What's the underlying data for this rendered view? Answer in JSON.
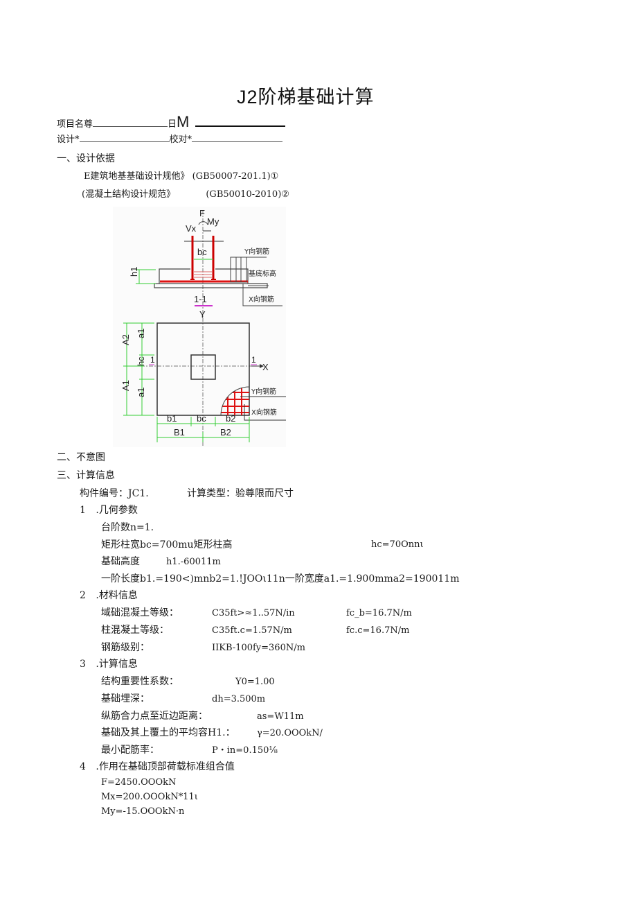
{
  "title": "J2阶梯基础计算",
  "header": {
    "project_name_label": "项目名尊",
    "date_label": "日",
    "date_big": "M",
    "design_label": "设计*",
    "check_label": "校对*"
  },
  "section1": {
    "heading": "一、设计依据",
    "refs": [
      {
        "name": "E建筑地基基础设计规他》",
        "code": "(GB50007-201.1)①"
      },
      {
        "name": "(混凝土结构设计规范》",
        "code": "(GB50010-2010)②"
      }
    ]
  },
  "diagram": {
    "section_view": {
      "F": "F",
      "My": "My",
      "Vx": "Vx",
      "bc": "bc",
      "h1": "h1",
      "y_rebar": "Y向钢筋",
      "base_elev": "基底标高",
      "x_rebar": "X向钢筋",
      "section_label": "1-1",
      "Y": "Y"
    },
    "plan_view": {
      "A2": "A2",
      "A1": "A1",
      "a1_top": "a1",
      "hc": "hc",
      "a1_bottom": "a1",
      "mark_left": "1",
      "mark_right": "1",
      "X": "X",
      "y_rebar": "Y向钢筋",
      "x_rebar": "X向钢筋",
      "b1": "b1",
      "bc": "bc",
      "b2": "b2",
      "B1": "B1",
      "B2": "B2"
    },
    "colors": {
      "dimension": "#33cc33",
      "rebar": "#dd1111",
      "outline": "#333333",
      "section_mark": "#cc33cc"
    }
  },
  "section2": {
    "heading": "二、不意图"
  },
  "section3": {
    "heading": "三、计算信息",
    "component_label": "构件编号：JC1.",
    "calc_type_label": "计算类型：验尊限而尺寸",
    "geometry": {
      "heading_num": "1",
      "heading": ".几何参数",
      "steps": "台阶数n=1.",
      "col_width": "矩形柱宽bc=700mu矩形柱高",
      "col_height": "hc=70Onnι",
      "height_label": "基础高度",
      "height_value": "h1.-60011m",
      "step_dims": "一阶长度b1.=190<)mnb2=1.!JOOι11n一阶宽度a1.=1.900mma2=190011m"
    },
    "material": {
      "heading_num": "2",
      "heading": ".材料信息",
      "rows": [
        {
          "label": "域础混凝土等级：",
          "value": "C35ft>≈1..57N/in",
          "extra": "fc_b=16.7N/m"
        },
        {
          "label": "柱混凝土等级：",
          "value": "C35ft.c=1.57N/m",
          "extra": "fc.c=16.7N/m"
        },
        {
          "label": "钢筋级别：",
          "value": "IIKB-100fy=360N/m",
          "extra": ""
        }
      ]
    },
    "calc": {
      "heading_num": "3",
      "heading": ".计算信息",
      "rows": [
        {
          "label": "结构重要性系数：",
          "value": "Y0=1.00"
        },
        {
          "label": "基础埋深：",
          "value": "dh=3.500m"
        },
        {
          "label": "纵筋合力点至近边距离：",
          "value": "as=W11m"
        },
        {
          "label": "基础及其上覆土的平均容H1.：",
          "value": "γ=20.OOOkN/"
        },
        {
          "label": "最小配筋率：",
          "value": "P・in=0.150⅛"
        }
      ]
    },
    "loads": {
      "heading_num": "4",
      "heading": ".作用在基础顶部荷载标准组合值",
      "F": "F=2450.OOOkN",
      "Mx": "Mx=200.OOOkN*11ι",
      "My": "My=-15.OOOkN·n"
    }
  }
}
